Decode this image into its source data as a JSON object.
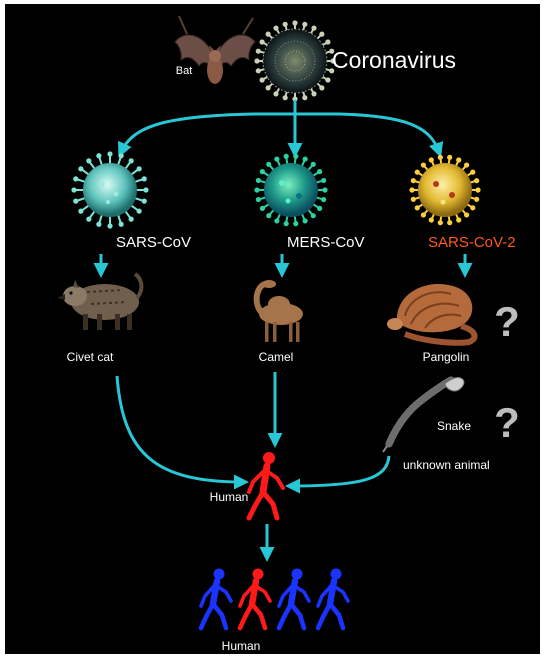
{
  "title": "Coronavirus",
  "colors": {
    "background": "#000000",
    "arrow": "#29c7d6",
    "label": "#ffffff",
    "highlight": "#ff5a1f",
    "human_red": "#ff1a1a",
    "human_blue": "#1a33ff",
    "question": "#bdbdbd"
  },
  "source": {
    "label": "Bat",
    "icon": "bat-icon",
    "virus_icon": "coronavirus-icon"
  },
  "viruses": [
    {
      "label": "SARS-CoV",
      "icon": "sars-cov-virus-icon"
    },
    {
      "label": "MERS-CoV",
      "icon": "mers-cov-virus-icon"
    },
    {
      "label": "SARS-CoV-2",
      "icon": "sars-cov-2-virus-icon"
    }
  ],
  "hosts": [
    {
      "label": "Civet cat",
      "icon": "civet-cat-icon"
    },
    {
      "label": "Camel",
      "icon": "camel-icon"
    },
    {
      "label": "Pangolin",
      "icon": "pangolin-icon",
      "uncertain": true
    },
    {
      "label": "Snake",
      "icon": "snake-icon",
      "uncertain": true
    }
  ],
  "unknown_host": {
    "label": "unknown animal"
  },
  "question_mark": "?",
  "human": {
    "label": "Human",
    "icon": "walking-person-icon"
  },
  "population": {
    "label": "Human",
    "people": [
      {
        "color": "blue"
      },
      {
        "color": "red"
      },
      {
        "color": "blue"
      },
      {
        "color": "blue"
      }
    ]
  }
}
